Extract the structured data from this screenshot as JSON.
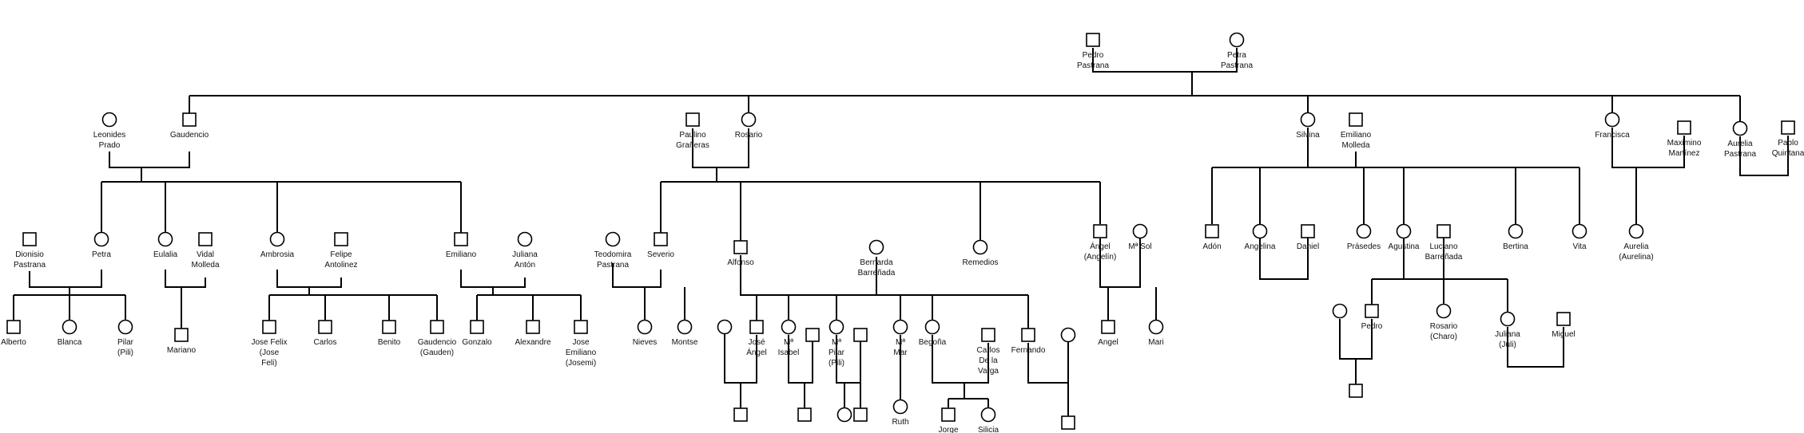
{
  "people": [
    {
      "id": "pedro_p",
      "sex": "m",
      "label": [
        "Pedro",
        "Pastrana"
      ]
    },
    {
      "id": "petra_p",
      "sex": "f",
      "label": [
        "Petra",
        "Pastrana"
      ]
    },
    {
      "id": "leonides",
      "sex": "f",
      "label": [
        "Leonides",
        "Prado"
      ]
    },
    {
      "id": "gaudencio",
      "sex": "m",
      "label": [
        "Gaudencio"
      ]
    },
    {
      "id": "paulino",
      "sex": "m",
      "label": [
        "Paulino",
        "Grañeras"
      ]
    },
    {
      "id": "rosario",
      "sex": "f",
      "label": [
        "Rosario"
      ]
    },
    {
      "id": "silvina",
      "sex": "f",
      "label": [
        "Silvina"
      ]
    },
    {
      "id": "emiliano_m",
      "sex": "m",
      "label": [
        "Emiliano",
        "Molleda"
      ]
    },
    {
      "id": "francisca",
      "sex": "f",
      "label": [
        "Francisca"
      ]
    },
    {
      "id": "maximino",
      "sex": "m",
      "label": [
        "Maximino",
        "Martínez"
      ]
    },
    {
      "id": "aurelia_p",
      "sex": "f",
      "label": [
        "Aurelia",
        "Pastrana"
      ]
    },
    {
      "id": "pablo_q",
      "sex": "m",
      "label": [
        "Pablo",
        "Quintana"
      ]
    },
    {
      "id": "dionisio",
      "sex": "m",
      "label": [
        "Dionisio",
        "Pastrana"
      ]
    },
    {
      "id": "petra2",
      "sex": "f",
      "label": [
        "Petra"
      ]
    },
    {
      "id": "eulalia",
      "sex": "f",
      "label": [
        "Eulalia"
      ]
    },
    {
      "id": "vidal",
      "sex": "m",
      "label": [
        "Vidal",
        "Molleda"
      ]
    },
    {
      "id": "ambrosia",
      "sex": "f",
      "label": [
        "Ambrosia"
      ]
    },
    {
      "id": "felipe",
      "sex": "m",
      "label": [
        "Felipe",
        "Antolinez"
      ]
    },
    {
      "id": "emiliano2",
      "sex": "m",
      "label": [
        "Emiliano"
      ]
    },
    {
      "id": "juliana_a",
      "sex": "f",
      "label": [
        "Juliana",
        "Antón"
      ]
    },
    {
      "id": "alberto",
      "sex": "m",
      "label": [
        "Alberto"
      ]
    },
    {
      "id": "blanca",
      "sex": "f",
      "label": [
        "Blanca"
      ]
    },
    {
      "id": "pilar1",
      "sex": "f",
      "label": [
        "Pilar",
        "(Pili)"
      ]
    },
    {
      "id": "mariano",
      "sex": "m",
      "label": [
        "Mariano"
      ]
    },
    {
      "id": "josefelix",
      "sex": "m",
      "label": [
        "Jose Felix",
        "(Jose",
        "Feli)"
      ]
    },
    {
      "id": "carlos1",
      "sex": "m",
      "label": [
        "Carlos"
      ]
    },
    {
      "id": "benito",
      "sex": "m",
      "label": [
        "Benito"
      ]
    },
    {
      "id": "gaudencio2",
      "sex": "m",
      "label": [
        "Gaudencio",
        "(Gauden)"
      ]
    },
    {
      "id": "gonzalo",
      "sex": "m",
      "label": [
        "Gonzalo"
      ]
    },
    {
      "id": "alexandre",
      "sex": "m",
      "label": [
        "Alexandre"
      ]
    },
    {
      "id": "joseemiliano",
      "sex": "m",
      "label": [
        "Jose",
        "Emiliano",
        "(Josemi)"
      ]
    },
    {
      "id": "teodomira",
      "sex": "f",
      "label": [
        "Teodomira",
        "Pastrana"
      ]
    },
    {
      "id": "severio",
      "sex": "m",
      "label": [
        "Severio"
      ]
    },
    {
      "id": "alfonso",
      "sex": "m",
      "label": [
        "Alfonso"
      ]
    },
    {
      "id": "bernarda",
      "sex": "f",
      "label": [
        "Bernarda",
        "Barreñada"
      ]
    },
    {
      "id": "remedios",
      "sex": "f",
      "label": [
        "Remedios"
      ]
    },
    {
      "id": "angel1",
      "sex": "m",
      "label": [
        "Ángel",
        "(Angelín)"
      ]
    },
    {
      "id": "msol",
      "sex": "f",
      "label": [
        "Mª Sol"
      ]
    },
    {
      "id": "nieves",
      "sex": "f",
      "label": [
        "Nieves"
      ]
    },
    {
      "id": "montse",
      "sex": "f",
      "label": [
        "Montse"
      ]
    },
    {
      "id": "angel2",
      "sex": "m",
      "label": [
        "Angel"
      ]
    },
    {
      "id": "mari",
      "sex": "f",
      "label": [
        "Mari"
      ]
    },
    {
      "id": "sp_ja",
      "sex": "f",
      "label": []
    },
    {
      "id": "joseangel",
      "sex": "m",
      "label": [
        "José",
        "Ángel"
      ]
    },
    {
      "id": "misabel",
      "sex": "f",
      "label": [
        "Mª",
        "Isabel"
      ]
    },
    {
      "id": "sp_mi",
      "sex": "m",
      "label": []
    },
    {
      "id": "mpilar",
      "sex": "f",
      "label": [
        "Mª",
        "Pilar",
        "(Pili)"
      ]
    },
    {
      "id": "sp_mp",
      "sex": "m",
      "label": []
    },
    {
      "id": "mmar",
      "sex": "f",
      "label": [
        "Mª",
        "Mar"
      ]
    },
    {
      "id": "begona",
      "sex": "f",
      "label": [
        "Begoña"
      ]
    },
    {
      "id": "carlosdv",
      "sex": "m",
      "label": [
        "Carlos",
        "De la",
        "Varga"
      ]
    },
    {
      "id": "fernando",
      "sex": "m",
      "label": [
        "Fernando"
      ]
    },
    {
      "id": "sp_fe",
      "sex": "f",
      "label": []
    },
    {
      "id": "c_ja",
      "sex": "m",
      "label": []
    },
    {
      "id": "c_mi",
      "sex": "m",
      "label": []
    },
    {
      "id": "c_mp1",
      "sex": "f",
      "label": []
    },
    {
      "id": "c_mp2",
      "sex": "m",
      "label": []
    },
    {
      "id": "ruth",
      "sex": "f",
      "label": [
        "Ruth"
      ]
    },
    {
      "id": "jorge",
      "sex": "m",
      "label": [
        "Jorge"
      ]
    },
    {
      "id": "silicia",
      "sex": "f",
      "label": [
        "Silicia"
      ]
    },
    {
      "id": "c_fe",
      "sex": "m",
      "label": []
    },
    {
      "id": "adon",
      "sex": "m",
      "label": [
        "Adón"
      ]
    },
    {
      "id": "angelina",
      "sex": "f",
      "label": [
        "Angelina"
      ]
    },
    {
      "id": "daniel",
      "sex": "m",
      "label": [
        "Daniel"
      ]
    },
    {
      "id": "prasedes",
      "sex": "f",
      "label": [
        "Prásedes"
      ]
    },
    {
      "id": "agustina",
      "sex": "f",
      "label": [
        "Agustina"
      ]
    },
    {
      "id": "luciano",
      "sex": "m",
      "label": [
        "Luciano",
        "Barreñada"
      ]
    },
    {
      "id": "bertina",
      "sex": "f",
      "label": [
        "Bertina"
      ]
    },
    {
      "id": "vita",
      "sex": "f",
      "label": [
        "Vita"
      ]
    },
    {
      "id": "aurelia2",
      "sex": "f",
      "label": [
        "Aurelia",
        "(Aurelina)"
      ]
    },
    {
      "id": "sp_pe",
      "sex": "f",
      "label": []
    },
    {
      "id": "pedro2",
      "sex": "m",
      "label": [
        "Pedro"
      ]
    },
    {
      "id": "rosario2",
      "sex": "f",
      "label": [
        "Rosario",
        "(Charo)"
      ]
    },
    {
      "id": "juliana2",
      "sex": "f",
      "label": [
        "Juliana",
        "(Juli)"
      ]
    },
    {
      "id": "miguel",
      "sex": "m",
      "label": [
        "Miguel"
      ]
    },
    {
      "id": "c_pe",
      "sex": "m",
      "label": []
    }
  ]
}
